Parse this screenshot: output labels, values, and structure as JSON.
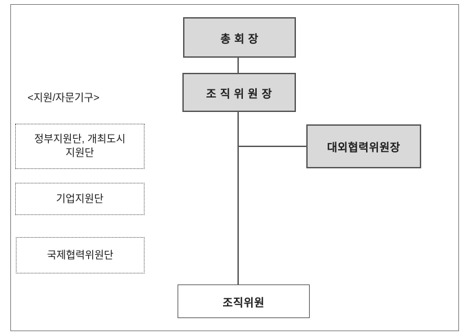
{
  "diagram": {
    "type": "org-chart",
    "nodes": {
      "chairman": {
        "label": "총 회 장",
        "style": "gray"
      },
      "organizing_chairman": {
        "label": "조 직 위 원 장",
        "style": "gray"
      },
      "external_cooperation_chairman": {
        "label": "대외협력위원장",
        "style": "gray"
      },
      "organizing_members": {
        "label": "조직위원",
        "style": "white"
      }
    },
    "connections": [
      "chairman -> organizing_chairman",
      "organizing_chairman -> organizing_members",
      "organizing_chairman -> external_cooperation_chairman"
    ],
    "support_group": {
      "heading": "<지원/자문기구>",
      "items": [
        {
          "label": "정부지원단, 개최도시\n지원단"
        },
        {
          "label": "기업지원단"
        },
        {
          "label": "국제협력위원단"
        }
      ]
    },
    "colors": {
      "node_fill": "#d9d9d9",
      "node_border": "#595959",
      "connector": "#595959",
      "frame_border": "#7f7f7f",
      "dotted_border": "#4d4d4d",
      "text": "#1a1a1a"
    }
  }
}
